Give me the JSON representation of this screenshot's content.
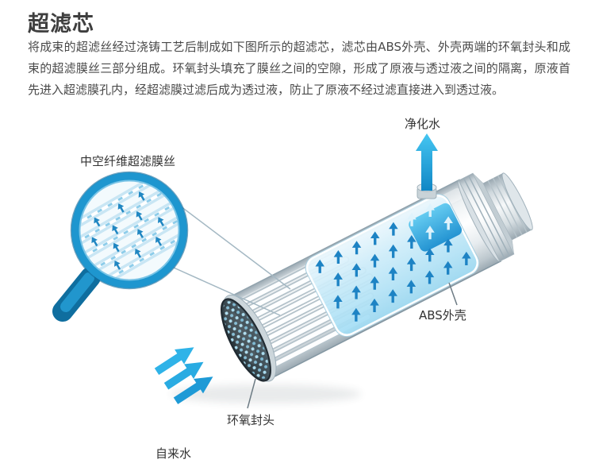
{
  "page": {
    "title": "超滤芯"
  },
  "intro": {
    "text": "将成束的超滤丝经过浇铸工艺后制成如下图所示的超滤芯，滤芯由ABS外壳、外壳两端的环氧封头和成束的超滤膜丝三部分组成。环氧封头填充了膜丝之间的空隙，形成了原液与透过液之间的隔离，原液首先进入超滤膜孔内，经超滤膜过滤后成为透过液，防止了原液不经过滤直接进入到透过液。"
  },
  "diagram": {
    "labels": {
      "membrane_fiber": "中空纤维超滤膜丝",
      "purified_water": "净化水",
      "abs_shell": "ABS外壳",
      "epoxy_head": "环氧封头",
      "tap_water": "自来水"
    },
    "colors": {
      "accent_blue": "#29abe2",
      "deep_blue": "#0d82c2",
      "window_blue": "#bfe7f7",
      "ring_blue": "#1e96cf",
      "head_dark": "#39464d"
    }
  }
}
